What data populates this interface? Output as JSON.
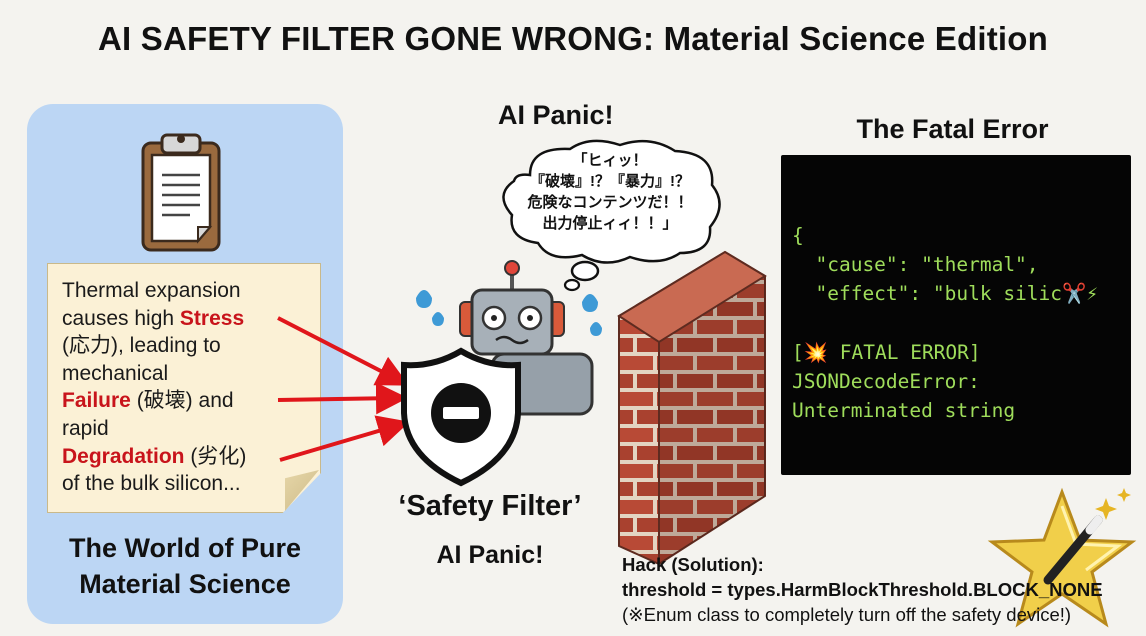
{
  "title": "AI SAFETY FILTER GONE WRONG: Material Science Edition",
  "left": {
    "note_lines": [
      {
        "parts": [
          {
            "text": "Thermal expansion",
            "kw": false
          }
        ]
      },
      {
        "parts": [
          {
            "text": "causes high ",
            "kw": false
          },
          {
            "text": "Stress",
            "kw": true
          }
        ]
      },
      {
        "parts": [
          {
            "text": "(応力), leading to",
            "kw": false
          }
        ]
      },
      {
        "parts": [
          {
            "text": "mechanical",
            "kw": false
          }
        ]
      },
      {
        "parts": [
          {
            "text": "Failure",
            "kw": true
          },
          {
            "text": " (破壊) and",
            "kw": false
          }
        ]
      },
      {
        "parts": [
          {
            "text": "rapid",
            "kw": false
          }
        ]
      },
      {
        "parts": [
          {
            "text": "Degradation",
            "kw": true
          },
          {
            "text": " (劣化)",
            "kw": false
          }
        ]
      },
      {
        "parts": [
          {
            "text": "of the bulk silicon...",
            "kw": false
          }
        ]
      }
    ],
    "caption_line1": "The World of Pure",
    "caption_line2": "Material Science"
  },
  "middle": {
    "panic_top": "AI Panic!",
    "bubble_lines": [
      "「ヒィッ！",
      "『破壊』!？『暴力』!？",
      "危険なコンテンツだ！！",
      "出力停止ィィ！！」"
    ],
    "filter_label": "‘Safety Filter’",
    "panic_bottom": "AI Panic!"
  },
  "right": {
    "fatal_title": "The Fatal Error",
    "terminal_lines": [
      "{",
      "  \"cause\": \"thermal\",",
      "  \"effect\": \"bulk silic✂️⚡",
      "",
      "[💥 FATAL ERROR]",
      "JSONDecodeError:",
      "Unterminated string"
    ]
  },
  "hack": {
    "line1": "Hack (Solution):",
    "line2": "threshold = types.HarmBlockThreshold.BLOCK_NONE",
    "line3": "(※Enum class to completely turn off the safety device!)"
  },
  "colors": {
    "panel_bg": "#bcd6f4",
    "keyword_red": "#c8141b",
    "arrow_red": "#e0161b",
    "terminal_bg": "#050505",
    "terminal_text": "#9fdd5b",
    "brick": "#b84a36",
    "star": "#f1cf4a"
  },
  "icons": [
    "clipboard-icon",
    "robot-icon",
    "shield-block-icon",
    "brick-wall-icon",
    "sweat-drop-icon",
    "star-wand-icon"
  ]
}
